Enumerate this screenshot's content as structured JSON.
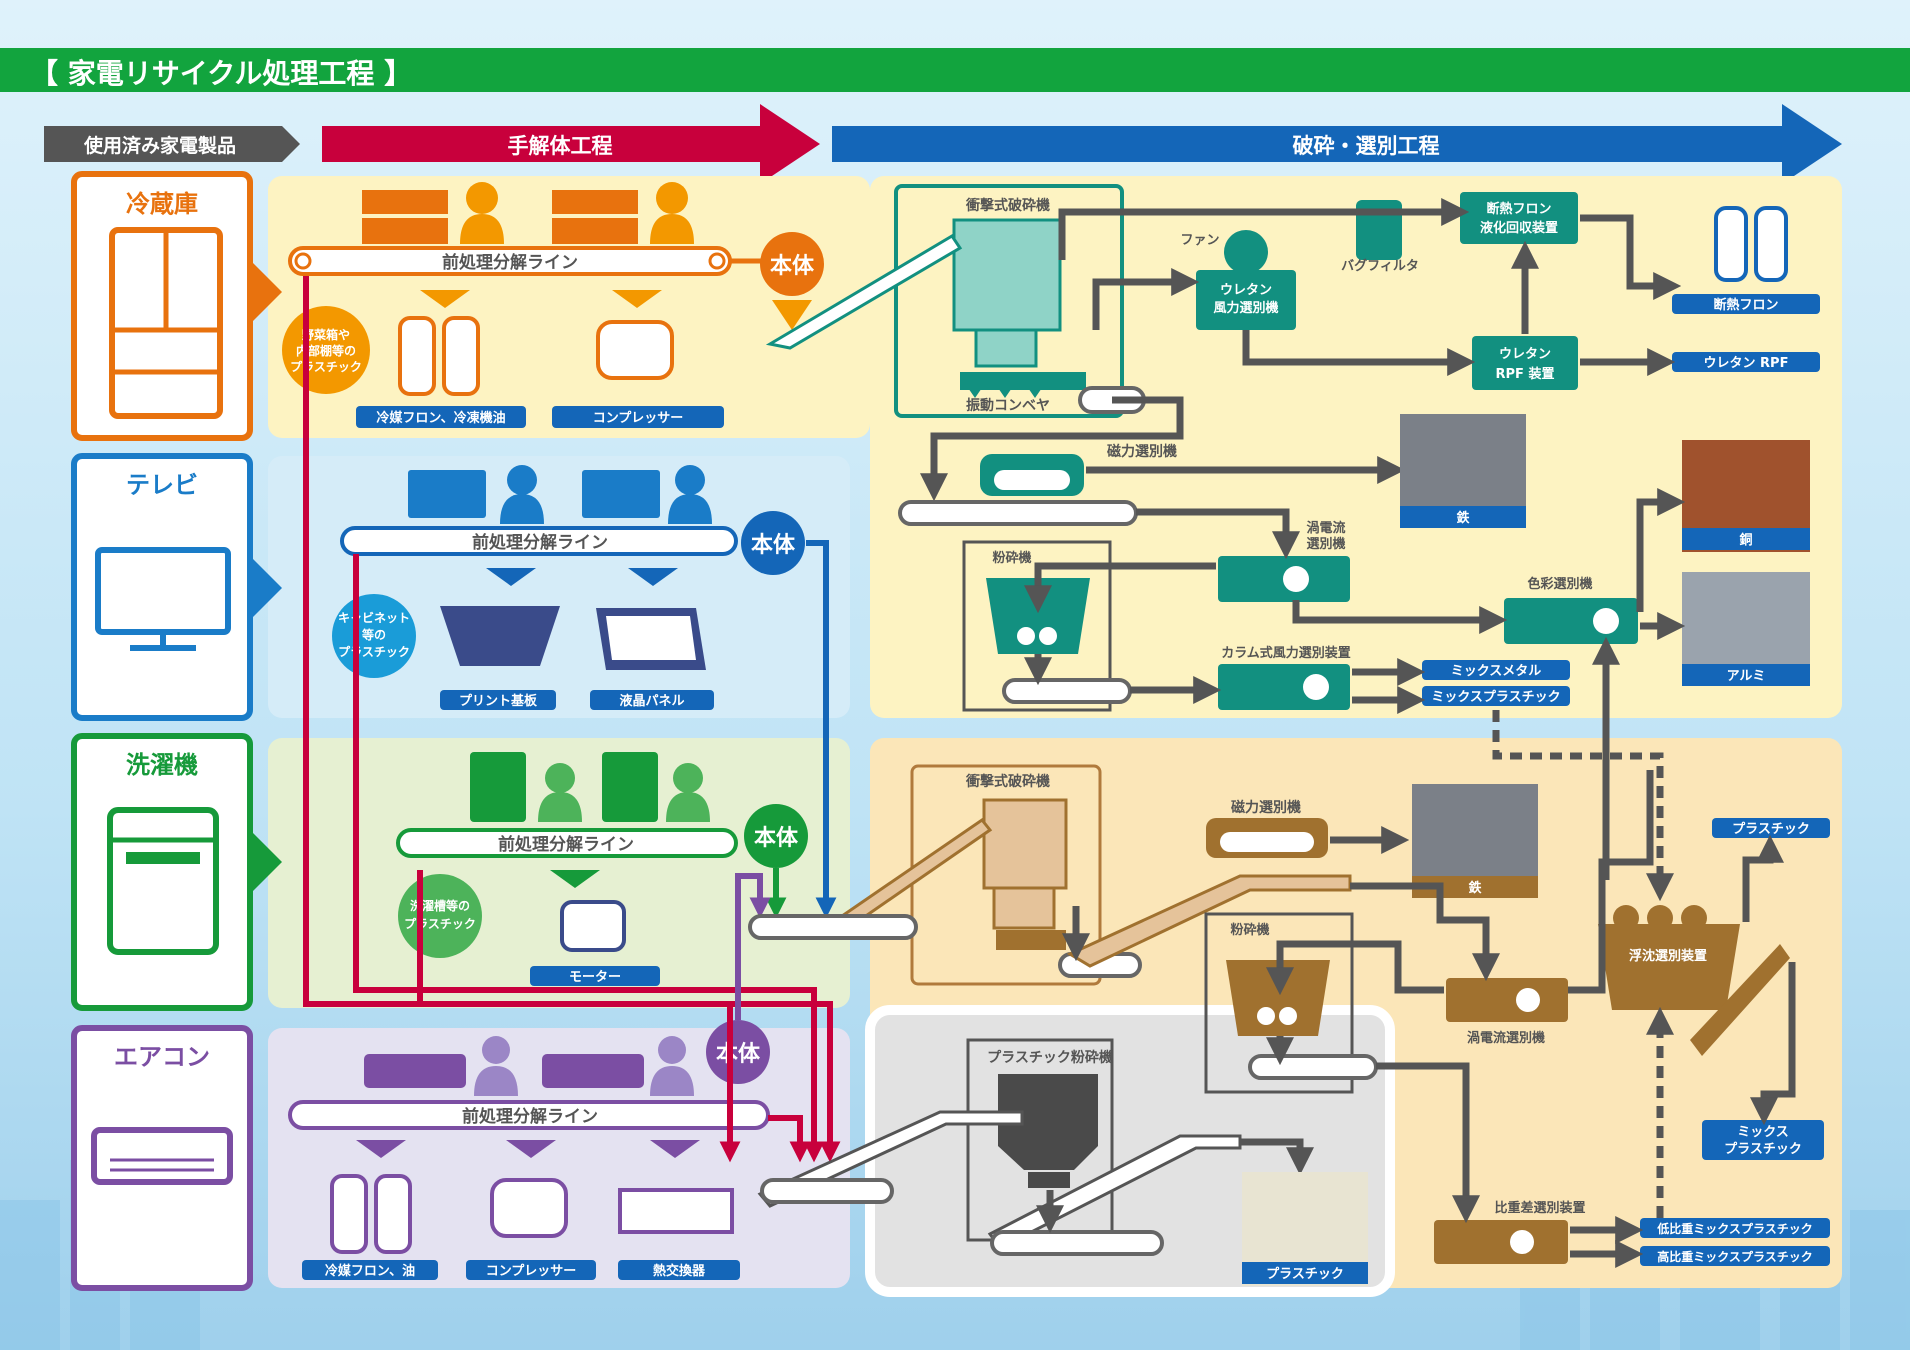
{
  "page_title": "【 家電リサイクル処理工程 】",
  "stages": {
    "used": "使用済み家電製品",
    "manual": "手解体工程",
    "crush": "破砕・選別工程"
  },
  "products": {
    "fridge": "冷蔵庫",
    "tv": "テレビ",
    "washer": "洗濯機",
    "aircon": "エアコン"
  },
  "lines": {
    "pre_line": "前処理分解ライン",
    "body": "本体"
  },
  "fridge_parts": {
    "refrigerant_oil": "冷媒フロン、冷凍機油",
    "compressor": "コンプレッサー",
    "plastic_note": [
      "野菜箱や",
      "内部棚等の",
      "プラスチック"
    ]
  },
  "tv_parts": {
    "pcb": "プリント基板",
    "lcd": "液晶パネル",
    "plastic_note": [
      "キャビネット",
      "等の",
      "プラスチック"
    ]
  },
  "washer_parts": {
    "motor": "モーター",
    "plastic_note": [
      "洗濯槽等の",
      "プラスチック"
    ]
  },
  "aircon_parts": {
    "refrigerant_oil": "冷媒フロン、油",
    "compressor": "コンプレッサー",
    "heat_exchanger": "熱交換器"
  },
  "top_process": {
    "impact_crusher": "衝撃式破砕機",
    "vibrating_conveyor": "振動コンベヤ",
    "fan": "ファン",
    "urethan_separator": [
      "ウレタン",
      "風力選別機"
    ],
    "bag_filter": "バグフィルタ",
    "freon_recovery": [
      "断熱フロン",
      "液化回収装置"
    ],
    "freon_out": "断熱フロン",
    "rpf_device": [
      "ウレタン",
      "RPF 装置"
    ],
    "rpf_out": "ウレタン RPF",
    "magnetic": "磁力選別機",
    "iron": "鉄",
    "eddy": [
      "渦電流",
      "選別機"
    ],
    "pulverizer": "粉砕機",
    "color_sorter": "色彩選別機",
    "copper": "銅",
    "aluminum": "アルミ",
    "column_sorter": "カラム式風力選別装置",
    "mix_metal": "ミックスメタル",
    "mix_plastic": "ミックスプラスチック"
  },
  "bottom_process": {
    "impact_crusher": "衝撃式破砕機",
    "magnetic": "磁力選別機",
    "iron": "鉄",
    "pulverizer": "粉砕機",
    "eddy": "渦電流選別機",
    "float_sink": "浮沈選別装置",
    "plastic": "プラスチック",
    "mix_plastic": [
      "ミックス",
      "プラスチック"
    ],
    "gravity_sorter": "比重差選別装置",
    "low_density": "低比重ミックスプラスチック",
    "high_density": "高比重ミックスプラスチック"
  },
  "plastic_crusher": {
    "name": "プラスチック粉砕機",
    "out": "プラスチック"
  }
}
